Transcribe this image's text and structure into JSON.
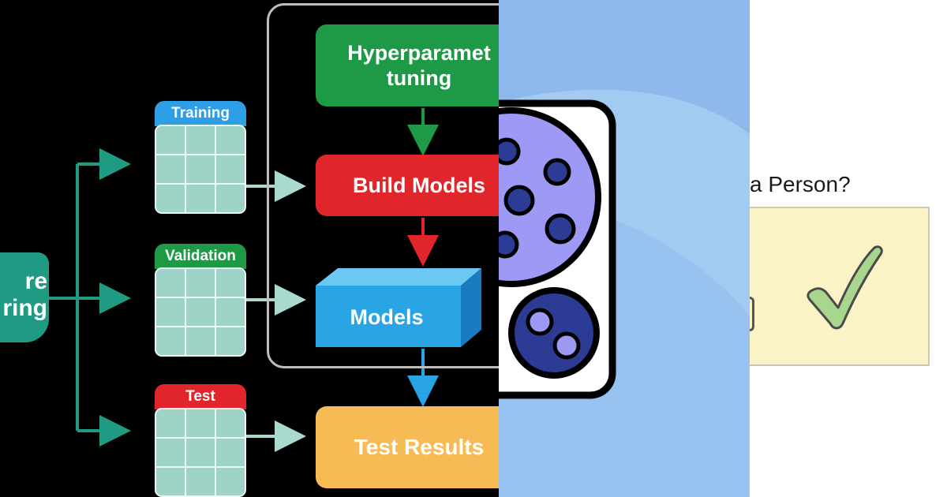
{
  "pipeline": {
    "feature_engineering_label": "re\nring",
    "hyperparameter_label": "Hyperparamet\ntuning",
    "build_models_label": "Build Models",
    "models_label": "Models",
    "test_results_label": "Test Results",
    "tables": [
      {
        "label": "Training",
        "color": "#2e9ee6"
      },
      {
        "label": "Validation",
        "color": "#1e9a46"
      },
      {
        "label": "Test",
        "color": "#e0262a"
      }
    ],
    "colors": {
      "hyperparameter": "#1e9a46",
      "build": "#e0262a",
      "models": "#29a4e4",
      "test_results": "#f6bb55",
      "connector": "#1f9a83",
      "table_cell": "#9fd3c8"
    }
  },
  "illustration": {
    "icon": "bacteria-petri-dish-icon",
    "background": "#8fb8ec"
  },
  "verification": {
    "question": "a Person?",
    "check_icon": "checkmark-icon"
  }
}
